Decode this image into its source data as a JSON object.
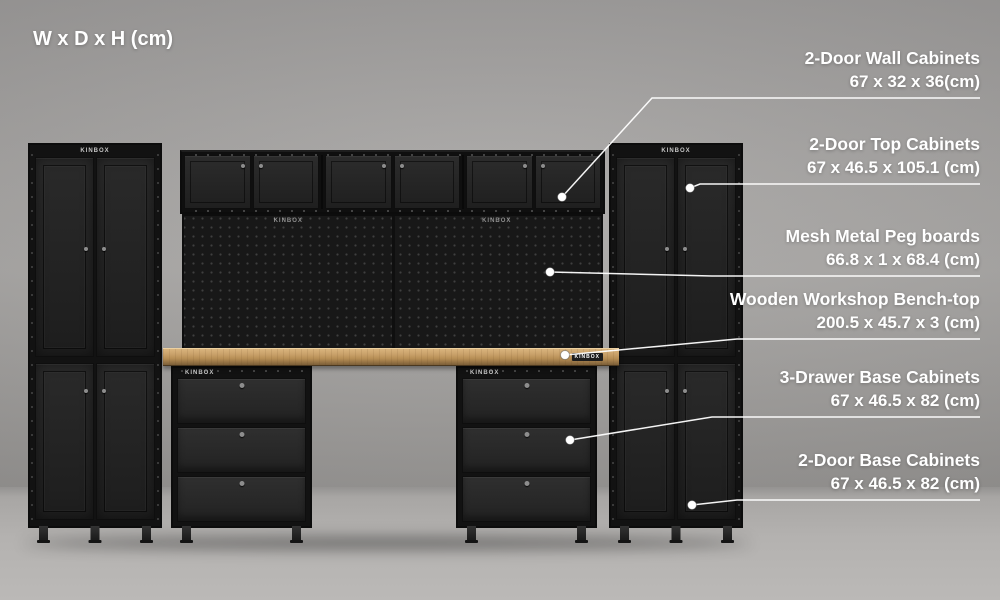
{
  "title": "W x D x H (cm)",
  "brand": "KINBOX",
  "callouts": [
    {
      "label": "2-Door Wall Cabinets",
      "dims": "67 x 32 x 36(cm)"
    },
    {
      "label": "2-Door Top Cabinets",
      "dims": "67 x 46.5 x 105.1 (cm)"
    },
    {
      "label": "Mesh Metal Peg boards",
      "dims": "66.8 x 1 x 68.4 (cm)"
    },
    {
      "label": "Wooden Workshop Bench-top",
      "dims": "200.5 x 45.7 x 3 (cm)"
    },
    {
      "label": "3-Drawer Base Cabinets",
      "dims": "67 x 46.5 x 82 (cm)"
    },
    {
      "label": "2-Door Base Cabinets",
      "dims": "67 x 46.5 x 82 (cm)"
    }
  ],
  "colors": {
    "text": "#ffffff",
    "leader": "#ffffff",
    "bench_wood": "#b68e55",
    "cabinet_face": "#262626",
    "cabinet_frame": "#121212",
    "wall_gray": "#a6a4a2",
    "floor_gray": "#b4b2b0"
  }
}
